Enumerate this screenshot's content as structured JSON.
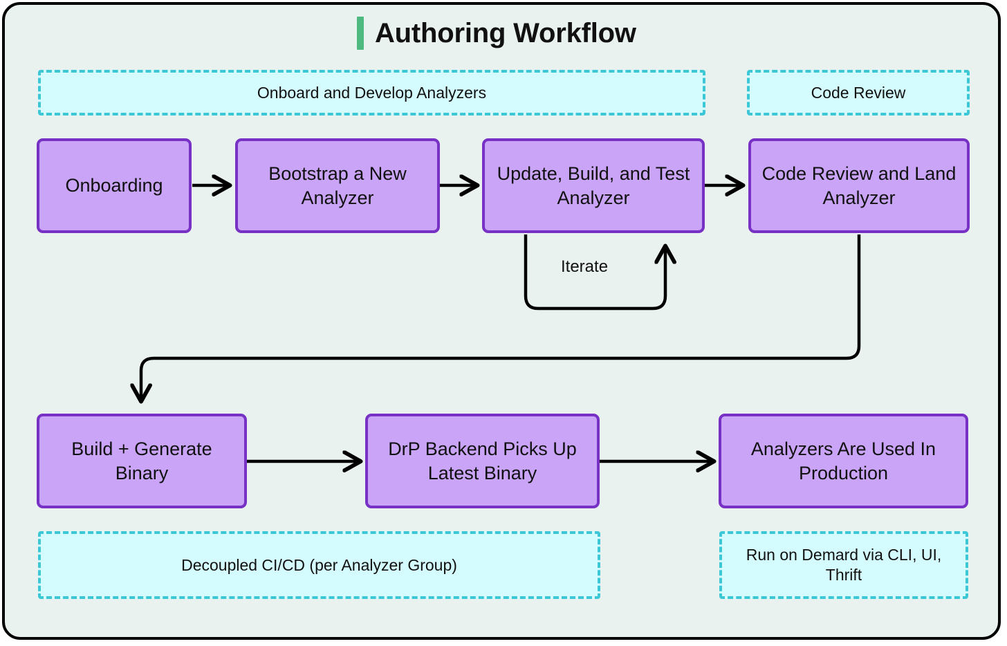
{
  "diagram": {
    "title": "Authoring Workflow",
    "accent_color": "#4eba80",
    "background_color": "#eaf2ef",
    "frame_border_color": "#000000",
    "node_fill_color": "#c9a4f7",
    "node_border_color": "#7731c4",
    "group_fill_color": "#d4fbfd",
    "group_border_color": "#3cc7d6",
    "edge_color": "#000000"
  },
  "groups": [
    {
      "id": "onboard-develop",
      "label": "Onboard and Develop Analyzers"
    },
    {
      "id": "code-review",
      "label": "Code Review"
    },
    {
      "id": "decoupled-cicd",
      "label": "Decoupled CI/CD (per Analyzer Group)"
    },
    {
      "id": "run-on-demand",
      "label": "Run on Demard via CLI, UI, Thrift"
    }
  ],
  "nodes": [
    {
      "id": "onboarding",
      "label": "Onboarding"
    },
    {
      "id": "bootstrap-analyzer",
      "label": "Bootstrap a New Analyzer"
    },
    {
      "id": "update-build-test",
      "label": "Update, Build, and Test Analyzer"
    },
    {
      "id": "code-review-land",
      "label": "Code Review and Land Analyzer"
    },
    {
      "id": "build-generate-binary",
      "label": "Build + Generate Binary"
    },
    {
      "id": "drp-backend-picks",
      "label": "DrP Backend Picks Up Latest Binary"
    },
    {
      "id": "analyzers-production",
      "label": "Analyzers Are Used In Production"
    }
  ],
  "edges": [
    {
      "from": "onboarding",
      "to": "bootstrap-analyzer",
      "label": ""
    },
    {
      "from": "bootstrap-analyzer",
      "to": "update-build-test",
      "label": ""
    },
    {
      "from": "update-build-test",
      "to": "code-review-land",
      "label": ""
    },
    {
      "from": "update-build-test",
      "to": "update-build-test",
      "label": "Iterate"
    },
    {
      "from": "code-review-land",
      "to": "build-generate-binary",
      "label": ""
    },
    {
      "from": "build-generate-binary",
      "to": "drp-backend-picks",
      "label": ""
    },
    {
      "from": "drp-backend-picks",
      "to": "analyzers-production",
      "label": ""
    }
  ],
  "edge_labels": {
    "iterate": "Iterate"
  }
}
